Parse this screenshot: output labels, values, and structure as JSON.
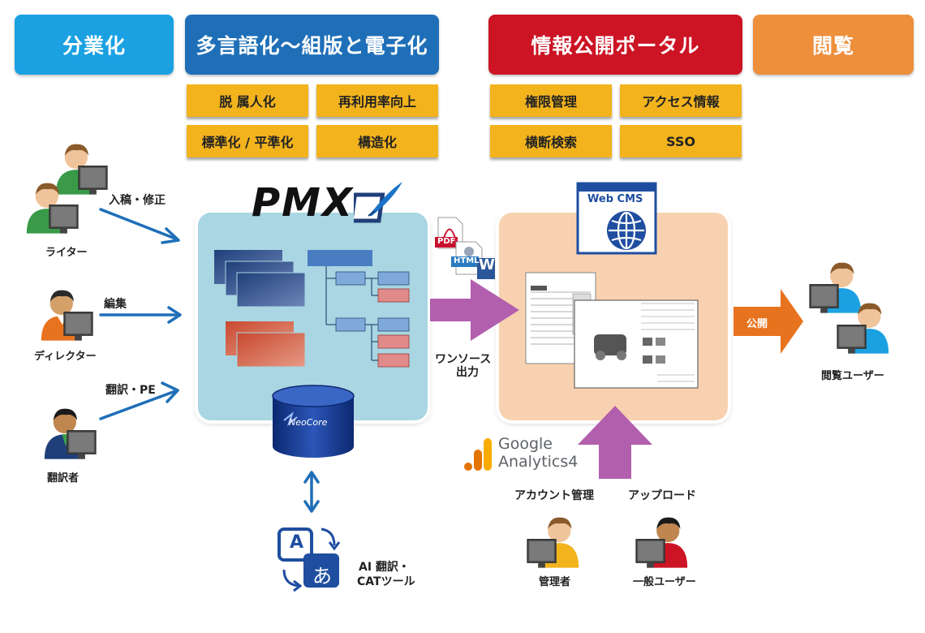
{
  "headers": {
    "division": "分業化",
    "multilang": "多言語化〜組版と電子化",
    "portal": "情報公開ポータル",
    "browse": "閲覧"
  },
  "tags_left": [
    "脱 属人化",
    "再利用率向上",
    "標準化 / 平準化",
    "構造化"
  ],
  "tags_right": [
    "権限管理",
    "アクセス情報",
    "横断検索",
    "SSO"
  ],
  "roles": {
    "writer": "ライター",
    "director": "ディレクター",
    "translator": "翻訳者",
    "browse_user": "閲覧ユーザー",
    "admin": "管理者",
    "general_user": "一般ユーザー"
  },
  "arrows": {
    "input_edit": "入稿・修正",
    "edit": "編集",
    "translate_pe": "翻訳・PE",
    "one_source_1": "ワンソース",
    "one_source_2": "出力",
    "publish": "公開",
    "account_admin": "アカウント管理",
    "upload": "アップロード"
  },
  "pmx": {
    "logo": "PMX",
    "db": "NeoCore"
  },
  "formats": {
    "pdf": "PDF",
    "html": "HTML",
    "word": "W"
  },
  "cms": {
    "label": "Web CMS"
  },
  "analytics": {
    "line1": "Google",
    "line2": "Analytics",
    "version": "4"
  },
  "ai": {
    "glyph_a": "A",
    "glyph_jp": "あ",
    "line1": "AI 翻訳・",
    "line2": "CATツール"
  },
  "colors": {
    "division": "#1ba1e2",
    "multilang": "#1f6fb8",
    "portal": "#cc1424",
    "browse": "#ee8f3c",
    "tag": "#f2b31d",
    "arrow_blue": "#1f6fb8",
    "arrow_purple": "#b25fae",
    "arrow_orange": "#e8731e",
    "pmx_panel": "#a9d6e2",
    "cms_panel": "#f8d2b0"
  }
}
